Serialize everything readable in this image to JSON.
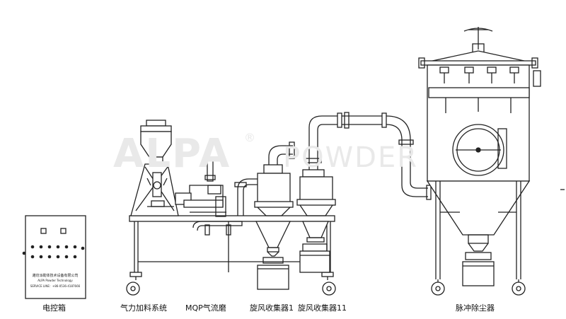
{
  "watermark": {
    "brand": "ALPA",
    "mark": "®",
    "word": "POWDER"
  },
  "labels": {
    "control_box": "电控箱",
    "feeding_system": "气力加料系统",
    "mill": "MQP气流磨",
    "cyclone_1": "旋风收集器1",
    "cyclone_2": "旋风收集器11",
    "dust_collector": "脉冲除尘器"
  },
  "control_box_plate": {
    "company": "潍坊派勒体技术设备有限公司",
    "english": "ALPA Powder Technology",
    "service": "SERVICE LINE：+86-0536-4187666"
  },
  "colors": {
    "line": "#222222",
    "watermark": "#e6e6e6"
  }
}
